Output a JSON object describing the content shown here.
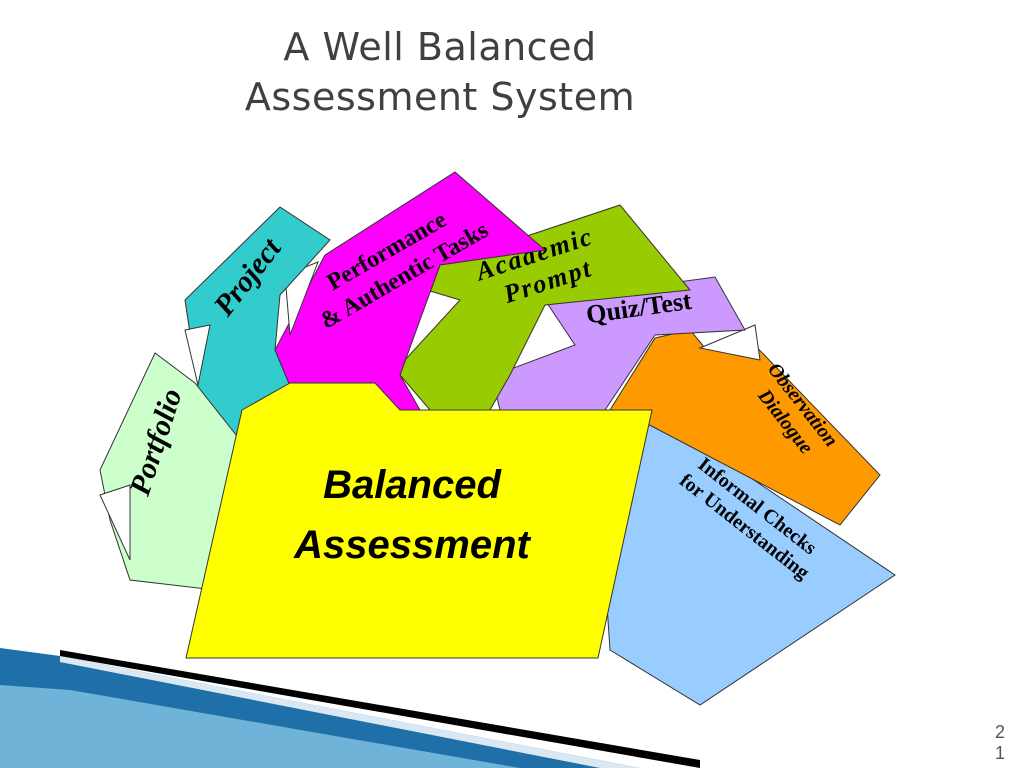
{
  "slide": {
    "title_line1": "A Well Balanced",
    "title_line2": "Assessment System",
    "page_number": "21"
  },
  "diagram": {
    "center": {
      "line1": "Balanced",
      "line2": "Assessment",
      "color": "#ffff00"
    },
    "folders": {
      "portfolio": {
        "label": "Portfolio",
        "color": "#ccffcc"
      },
      "project": {
        "label": "Project",
        "color": "#33cccc"
      },
      "performance": {
        "line1": "Performance",
        "line2": "& Authentic Tasks",
        "color": "#ff00ff"
      },
      "academic": {
        "line1": "Academic",
        "line2": "Prompt",
        "color": "#99cc00"
      },
      "quiz": {
        "label": "Quiz/Test",
        "color": "#cc99ff"
      },
      "observation": {
        "line1": "Observation",
        "line2": "Dialogue",
        "color": "#ff9900"
      },
      "informal": {
        "line1": "Informal Checks",
        "line2": "for Understanding",
        "color": "#99ccff"
      }
    },
    "accent_colors": [
      "#1f6fa8",
      "#6fb4d8",
      "#000000",
      "#d9e8f3"
    ]
  }
}
